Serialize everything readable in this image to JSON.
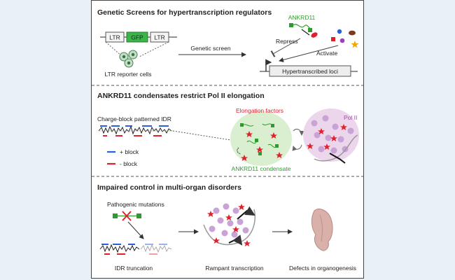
{
  "panels": {
    "p1": {
      "title": "Genetic Screens for hypertranscription regulators",
      "ltr_left": "LTR",
      "gfp": "GFP",
      "ltr_right": "LTR",
      "reporter_cells": "LTR reporter cells",
      "screen_arrow": "Genetic screen",
      "ankrd11": "ANKRD11",
      "repress": "Repress",
      "activate": "Activate",
      "loci": "Hypertranscribed loci"
    },
    "p2": {
      "title": "ANKRD11 condensates restrict Pol II elongation",
      "idr_label": "Charge-block patterned IDR",
      "plus_block": "+ block",
      "minus_block": "- block",
      "elongation": "Elongation factors",
      "pol2": "Pol II",
      "condensate": "ANKRD11 condensate"
    },
    "p3": {
      "title": "Impaired control in multi-organ disorders",
      "mutations": "Pathogenic mutations",
      "truncation": "IDR truncation",
      "rampant": "Rampant transcription",
      "defects": "Defects in organogenesis"
    }
  },
  "colors": {
    "green": "#2e9b2e",
    "red": "#e0202a",
    "blue": "#2b5fd9",
    "purple": "#c9a3d6",
    "condensate_bg": "#d9efcf",
    "pol2_bg": "#ecd6ec"
  }
}
